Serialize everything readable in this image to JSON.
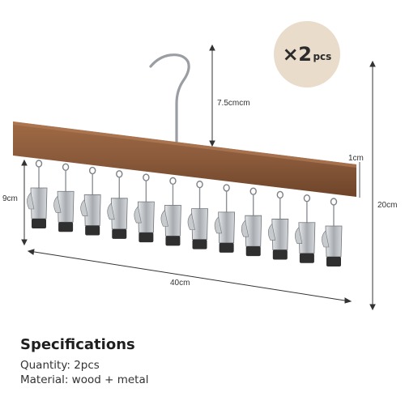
{
  "badge": {
    "quantity": "×2",
    "unit": "pcs"
  },
  "dimensions": {
    "hook_height": "7.5cmcm",
    "bar_thickness": "1cm",
    "clip_height": "9cm",
    "total_height": "20cm",
    "width": "40cm"
  },
  "specifications": {
    "title": "Specifications",
    "quantity": "Quantity: 2pcs",
    "material": "Material: wood + metal"
  },
  "colors": {
    "wood": "#8a5a3b",
    "metal": "#b9bcc0",
    "clip_tip": "#2f2f2f",
    "badge_bg": "#e9dccb"
  }
}
